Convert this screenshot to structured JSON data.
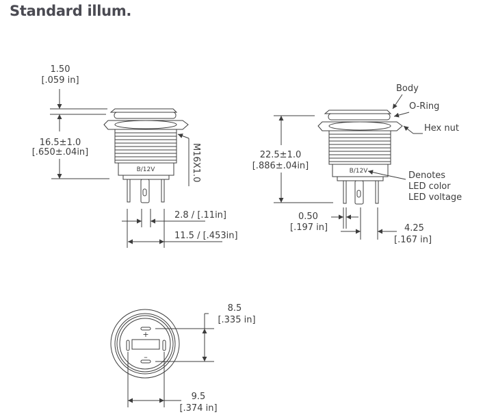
{
  "title": "Standard illum.",
  "side_view": {
    "cap_dim": {
      "value": "1.50",
      "inch": "[.059 in]"
    },
    "height_dim": {
      "value": "16.5±1.0",
      "inch": "[.650±.04in]"
    },
    "thread_label": "M16X1.0",
    "marking": "B/12V",
    "pin_width_dim": "2.8 / [.11in]",
    "pin_span_dim": "11.5 / [.453in]"
  },
  "labeled_view": {
    "height_dim": {
      "value": "22.5±1.0",
      "inch": "[.886±.04in]"
    },
    "marking": "B/12V",
    "callouts": {
      "body": "Body",
      "oring": "O-Ring",
      "hexnut": "Hex nut",
      "denotes": [
        "Denotes",
        "LED color",
        "LED voltage"
      ]
    },
    "pin_thickness_dim": {
      "value": "0.50",
      "inch": "[.197 in]"
    },
    "pin_gap_dim": {
      "value": "4.25",
      "inch": "[.167 in]"
    }
  },
  "bottom_view": {
    "plus": "+",
    "minus": "–",
    "vertical_dim": {
      "value": "8.5",
      "inch": "[.335 in]"
    },
    "horizontal_dim": {
      "value": "9.5",
      "inch": "[.374 in]"
    }
  }
}
